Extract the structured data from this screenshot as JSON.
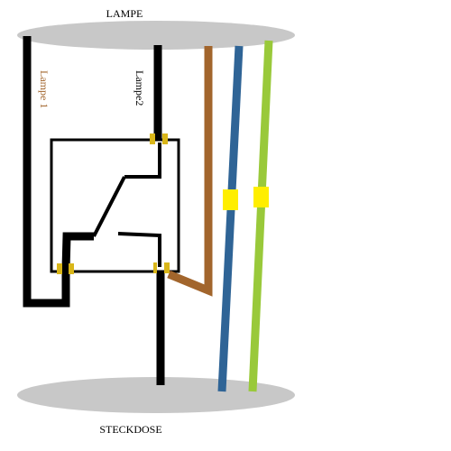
{
  "labels": {
    "top_ellipse": "LAMPE",
    "bottom_ellipse": "STECKDOSE",
    "wire_lampe1": "Lampe 1",
    "wire_lampe2": "Lampe2"
  },
  "colors": {
    "ellipse_fill": "#c8c8c8",
    "switch_black": "#000000",
    "wire_brown": "#a2652c",
    "wire_blue": "#2f6496",
    "wire_green": "#99c93a",
    "terminal_gold": "#d9b619",
    "terminal_yellow": "#ffee00",
    "label_lampe1_color": "#a2652c",
    "label_lampe2_color": "#000000"
  }
}
